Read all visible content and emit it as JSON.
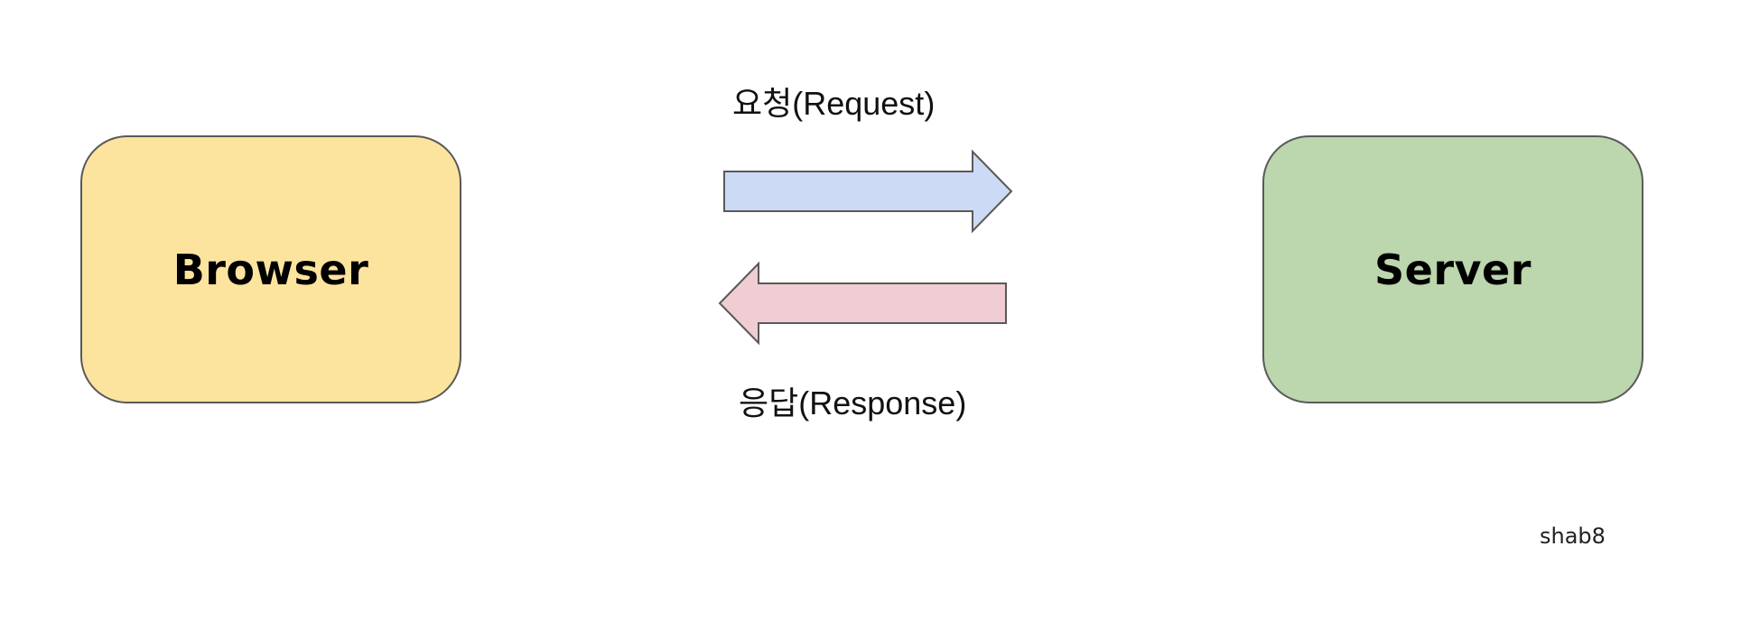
{
  "nodes": {
    "browser": {
      "label": "Browser",
      "fill": "#fce49f"
    },
    "server": {
      "label": "Server",
      "fill": "#bcd6ad"
    }
  },
  "edges": {
    "request": {
      "label": "요청(Request)",
      "fill": "#cddaf5",
      "direction": "right"
    },
    "response": {
      "label": "응답(Response)",
      "fill": "#efcdd3",
      "direction": "left"
    }
  },
  "colors": {
    "stroke": "#595959",
    "background": "#ffffff"
  },
  "watermark": "shab8"
}
